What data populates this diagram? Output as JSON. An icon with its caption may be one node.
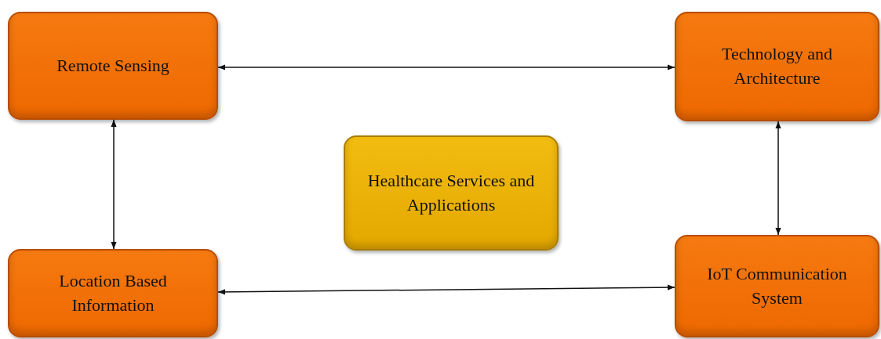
{
  "diagram": {
    "nodes": [
      {
        "text": [
          "Remote Sensing"
        ]
      },
      {
        "text": [
          "Technology and Architecture"
        ]
      },
      {
        "text": [
          "Healthcare Services and Applications"
        ]
      },
      {
        "text": [
          "Location Based Information"
        ]
      },
      {
        "text": [
          "IoT Communication System"
        ]
      }
    ],
    "edges": [
      {
        "from": 0,
        "to": 1,
        "arrow": "both"
      },
      {
        "from": 0,
        "to": 3,
        "arrow": "both"
      },
      {
        "from": 1,
        "to": 4,
        "arrow": "both"
      },
      {
        "from": 3,
        "to": 4,
        "arrow": "both"
      }
    ]
  }
}
